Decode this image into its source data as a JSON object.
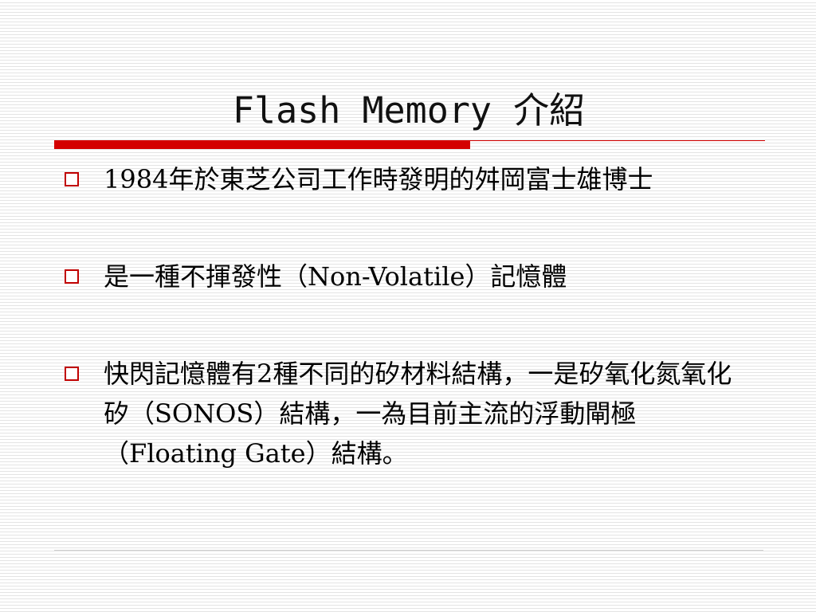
{
  "slide": {
    "title": "Flash Memory 介紹",
    "bullets": [
      {
        "text": "1984年於東芝公司工作時發明的舛岡富士雄博士"
      },
      {
        "text": "是一種不揮發性（Non-Volatile）記憶體"
      },
      {
        "text": "快閃記憶體有2種不同的矽材料結構，一是矽氧化氮氧化矽（SONOS）結構，一為目前主流的浮動閘極（Floating Gate）結構。"
      }
    ]
  },
  "colors": {
    "accent_red": "#d40000",
    "bullet_red": "#c00000",
    "stripe": "#e4e4e4",
    "text": "#000000"
  },
  "icons": {
    "bullet": "hollow-square-icon"
  }
}
